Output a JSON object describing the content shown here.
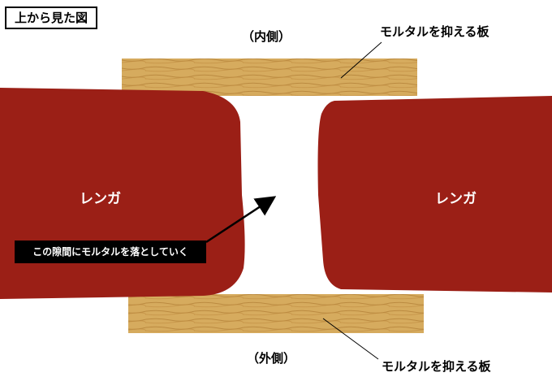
{
  "diagram": {
    "title": "上から見た図",
    "inner_label": "（内側）",
    "outer_label": "（外側）",
    "board_label_top": "モルタルを抑える板",
    "board_label_bottom": "モルタルを抑える板",
    "brick_left_label": "レンガ",
    "brick_right_label": "レンガ",
    "callout": "この隙間にモルタルを落としていく"
  },
  "colors": {
    "brick": "#9b1f16",
    "wood": "#d4a85a",
    "wood_grain": "#a8742c",
    "arrow": "#000000"
  }
}
